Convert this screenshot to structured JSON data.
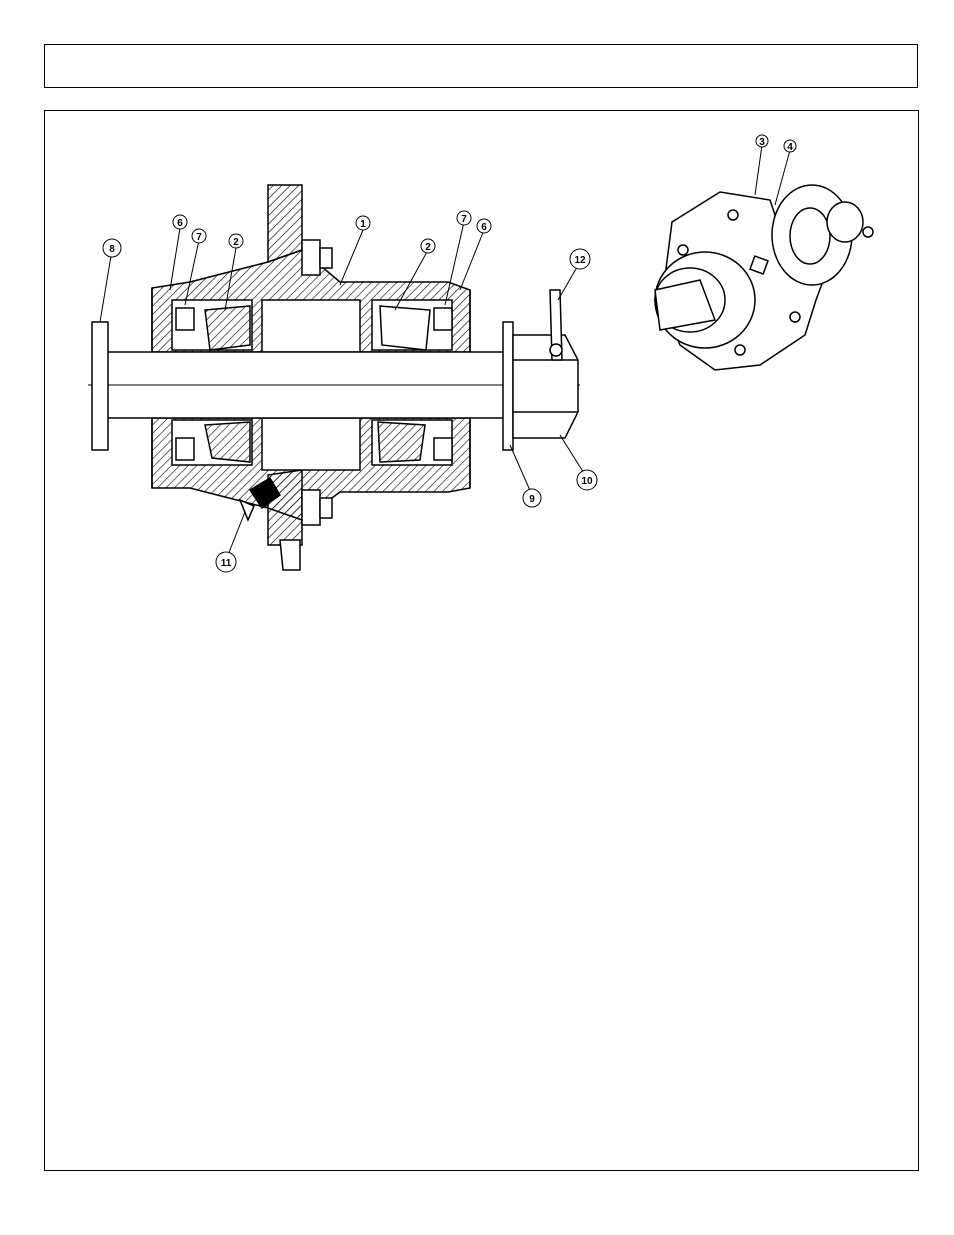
{
  "header": {
    "title": ""
  },
  "callouts": {
    "c1": "1",
    "c2a": "2",
    "c2b": "2",
    "c3": "3",
    "c4": "4",
    "c6a": "6",
    "c6b": "6",
    "c7a": "7",
    "c7b": "7",
    "c8": "8",
    "c9": "9",
    "c10": "10",
    "c11": "11",
    "c12": "12"
  },
  "colors": {
    "ink": "#000000",
    "paper": "#ffffff"
  }
}
